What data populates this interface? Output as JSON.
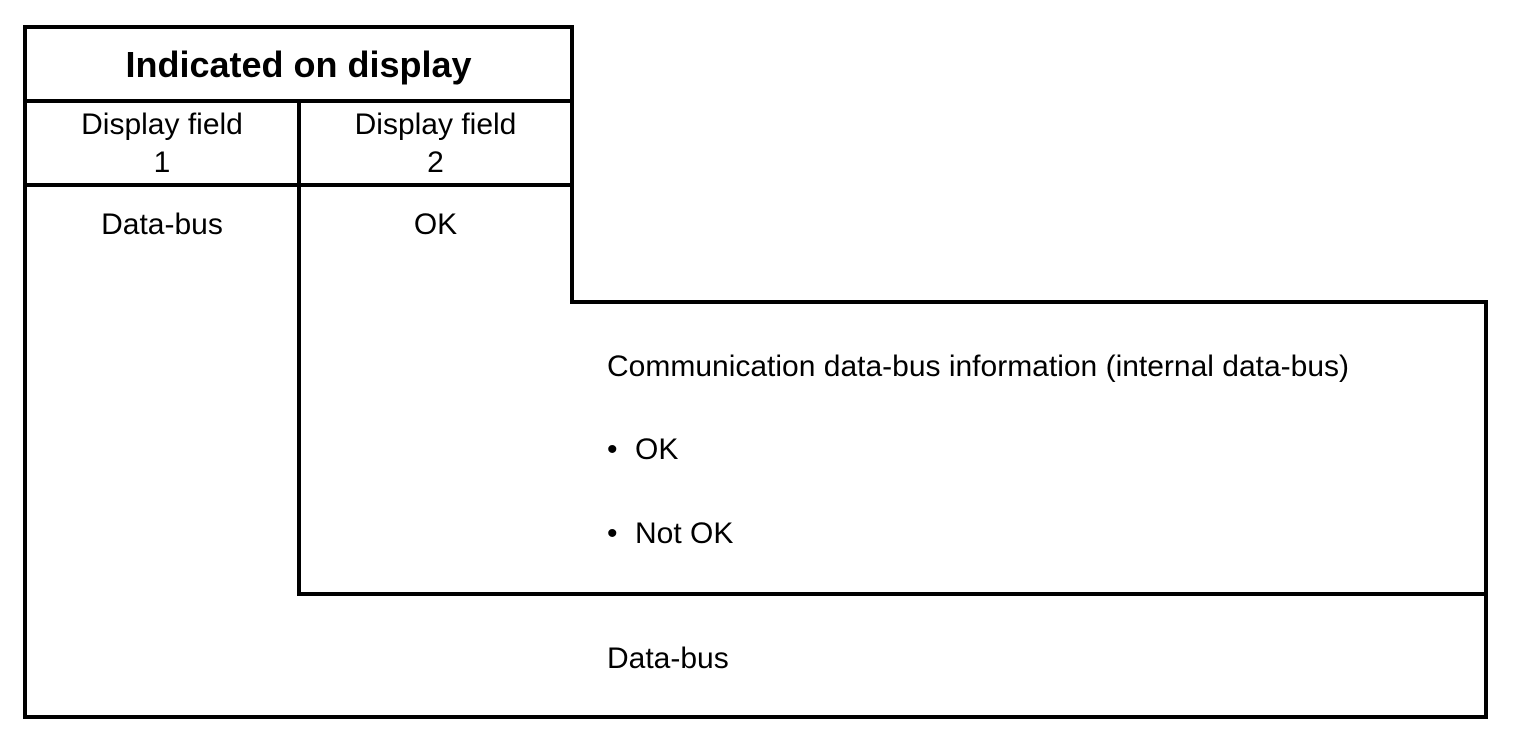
{
  "table": {
    "title": "Indicated on display",
    "col1_header_line1": "Display field",
    "col1_header_line2": "1",
    "col2_header_line1": "Display field",
    "col2_header_line2": "2",
    "col1_value": "Data-bus",
    "col2_value": "OK"
  },
  "callout_inner": {
    "heading": "Communication data-bus information (internal data-bus)",
    "bullets": [
      "OK",
      "Not OK"
    ],
    "bullet_glyph": "•"
  },
  "callout_outer": {
    "label": "Data-bus"
  }
}
